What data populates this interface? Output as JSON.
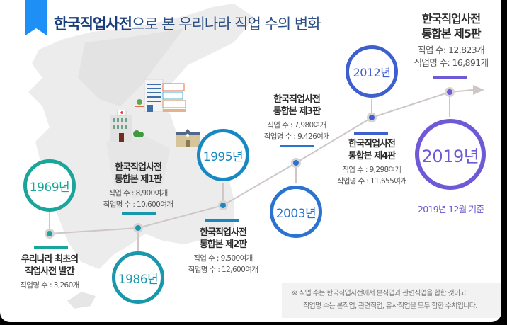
{
  "header": {
    "title_bold": "한국직업사전",
    "title_rest": "으로 본 우리나라 직업 수의 변화"
  },
  "timeline": [
    {
      "year": "1969년",
      "color": "#19a59a",
      "heading": [
        "우리나라 최초의",
        "직업사전 발간"
      ],
      "stats": [
        "직업명 수 : 3,260개"
      ]
    },
    {
      "year": "1986년",
      "color": "#1897ad",
      "heading": [
        "한국직업사전",
        "통합본 제1판"
      ],
      "stats": [
        "직업 수 : 8,900여개",
        "직업명 수 : 10,600여개"
      ]
    },
    {
      "year": "1995년",
      "color": "#1a88c0",
      "heading": [
        "한국직업사전",
        "통합본 제2판"
      ],
      "stats": [
        "직업 수 : 9,500여개",
        "직업명 수 : 12,600여개"
      ]
    },
    {
      "year": "2003년",
      "color": "#2a74cf",
      "heading": [
        "한국직업사전",
        "통합본 제3판"
      ],
      "stats": [
        "직업 수 : 7,980여개",
        "직업명 수 : 9,426여개"
      ]
    },
    {
      "year": "2012년",
      "color": "#3e5fd0",
      "heading": [
        "한국직업사전",
        "통합본 제4판"
      ],
      "stats": [
        "직업 수 : 9,298여개",
        "직업명 수 : 11,655여개"
      ]
    },
    {
      "year": "2019년",
      "color": "#7059d6",
      "heading": [
        "한국직업사전",
        "통합본 제5판"
      ],
      "stats": [
        "직업 수: 12,823개",
        "직업명 수: 16,891개"
      ]
    }
  ],
  "caption": "2019년 12월 기준",
  "note": [
    "※  직업 수는 한국직업사전에서 본직업과 관련직업을 합한 것이고",
    "직업명 수는 본직업, 관련직업, 유사직업을 모두 합한 수치입니다."
  ],
  "chart_data": {
    "type": "line",
    "title": "한국직업사전으로 본 우리나라 직업 수의 변화",
    "categories": [
      "1969",
      "1986",
      "1995",
      "2003",
      "2012",
      "2019"
    ],
    "series": [
      {
        "name": "직업 수",
        "values": [
          null,
          8900,
          9500,
          7980,
          9298,
          12823
        ]
      },
      {
        "name": "직업명 수",
        "values": [
          3260,
          10600,
          12600,
          9426,
          11655,
          16891
        ]
      }
    ],
    "editions": [
      "우리나라 최초의 직업사전 발간",
      "통합본 제1판",
      "통합본 제2판",
      "통합본 제3판",
      "통합본 제4판",
      "통합본 제5판"
    ],
    "annotation": "2019년 12월 기준"
  }
}
